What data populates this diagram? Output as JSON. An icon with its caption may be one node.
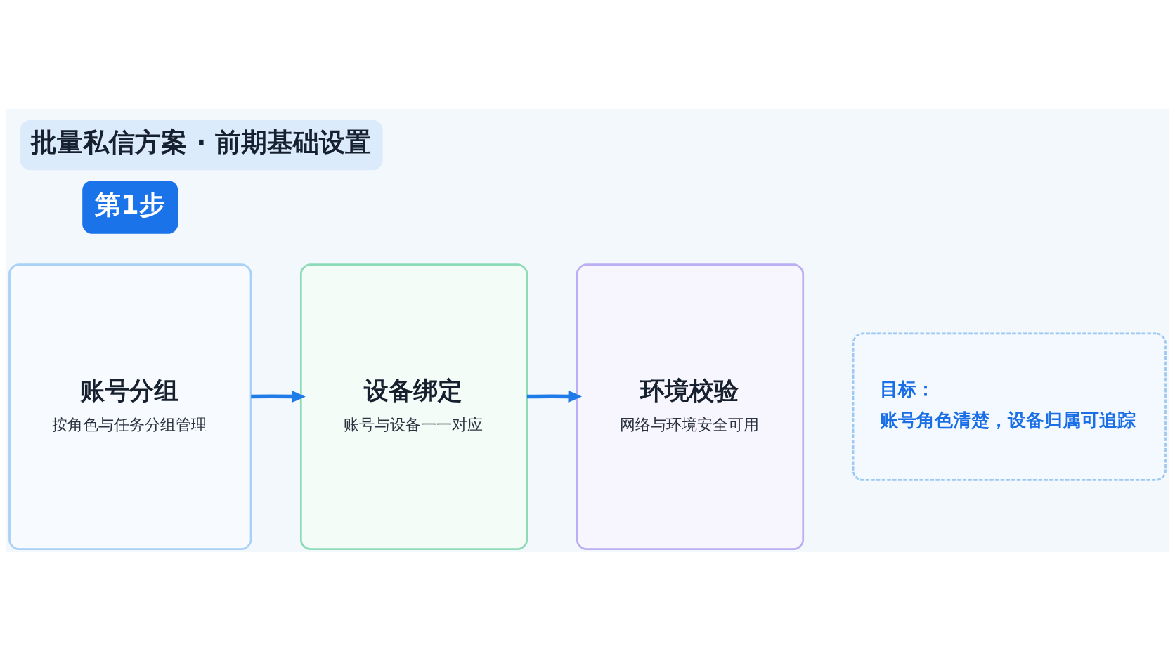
{
  "diagram": {
    "title": "批量私信方案 · 前期基础设置",
    "nodes": [
      {
        "text": [
          "账号分组",
          "按角色与任务分组管理"
        ]
      },
      {
        "text": [
          "设备绑定",
          "账号与设备一一对应"
        ]
      },
      {
        "text": [
          "环境校验",
          "网络与环境安全可用"
        ]
      },
      {
        "text": [
          "目标：",
          "账号角色清楚，设备归属可追踪"
        ]
      }
    ],
    "edges": [
      {
        "from": 0,
        "to": 1,
        "arrow": "to"
      },
      {
        "from": 1,
        "to": 2,
        "arrow": "to"
      }
    ],
    "labels": [
      "第1步"
    ]
  }
}
